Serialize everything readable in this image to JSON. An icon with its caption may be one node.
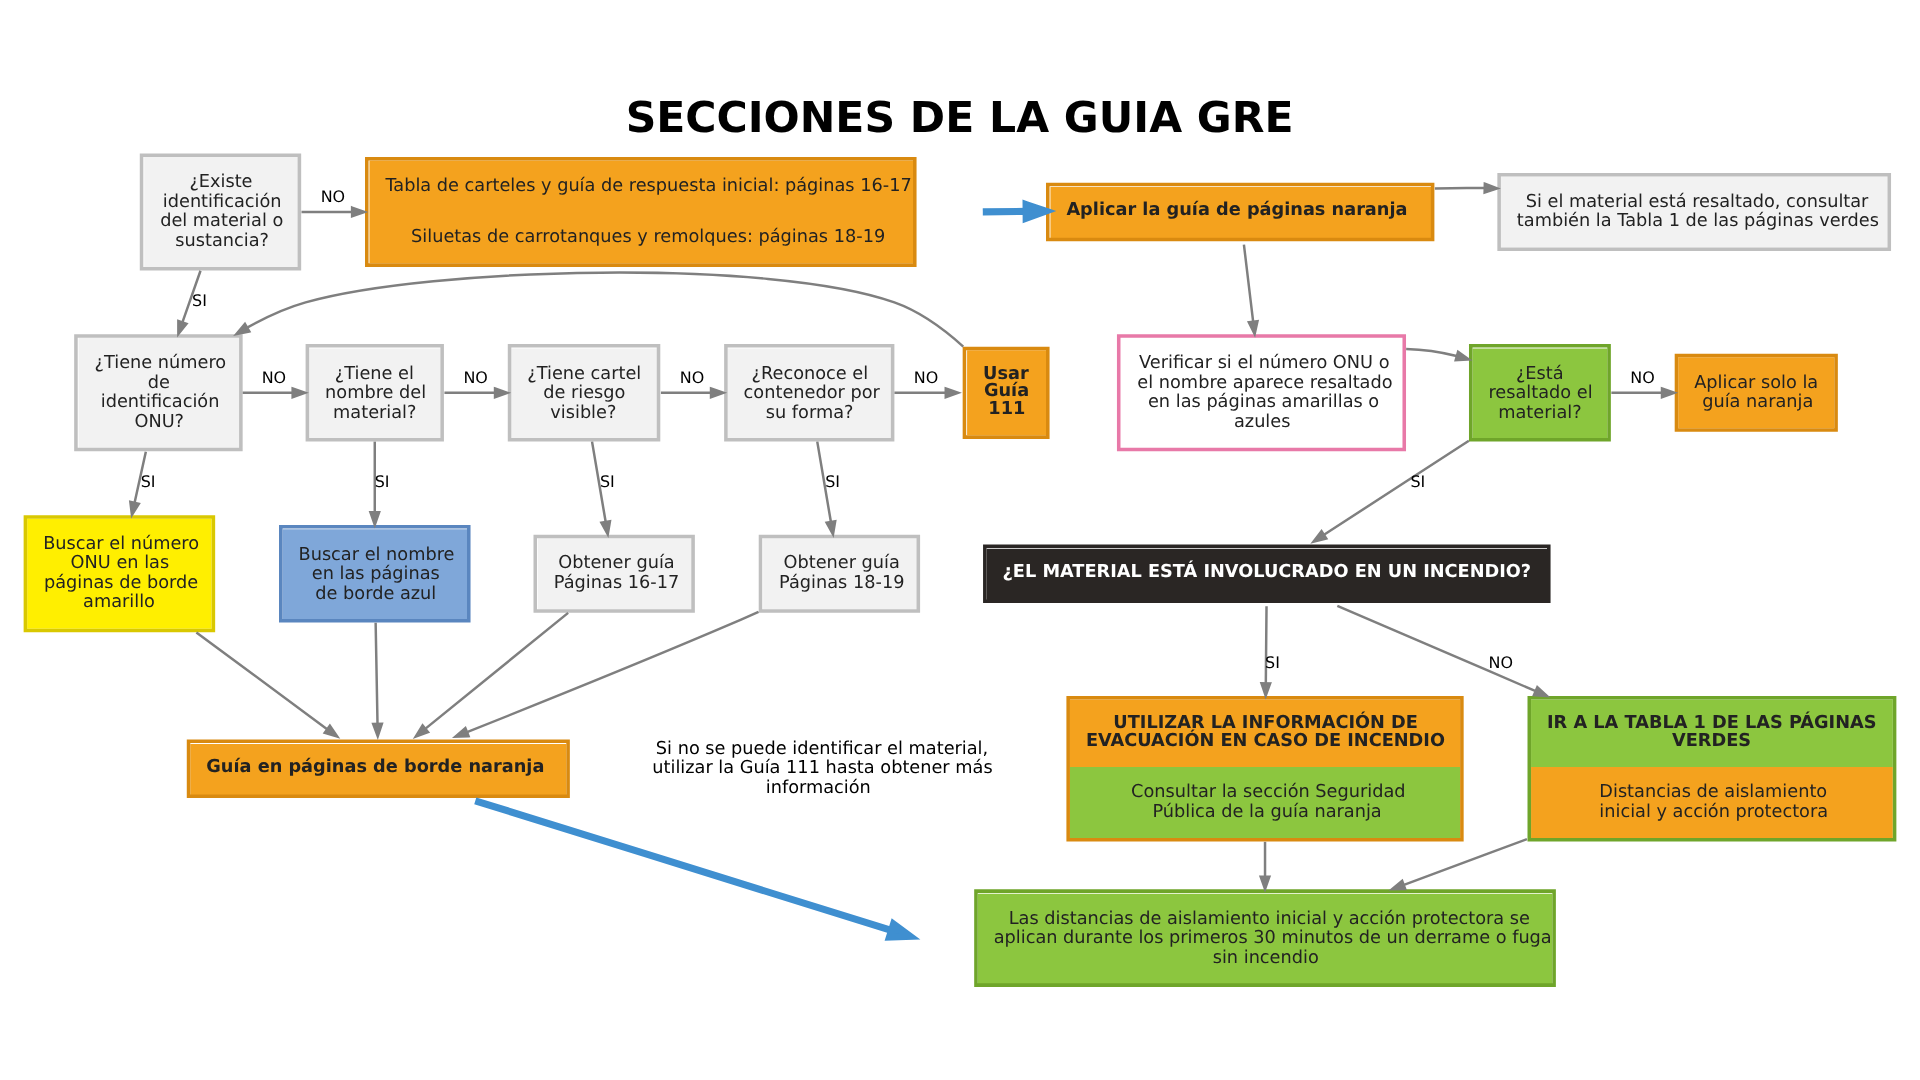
{
  "diagram": {
    "title": "SECCIONES DE LA GUIA GRE",
    "nodes": [
      {
        "text": [
          "¿Existe identificación del material o sustancia?"
        ]
      },
      {
        "text": [
          "Tabla de carteles y guía de respuesta inicial: páginas 16-17",
          "Siluetas de carrotanques y remolques: páginas 18-19"
        ]
      },
      {
        "text": [
          "¿Tiene número de identificación ONU?"
        ]
      },
      {
        "text": [
          "¿Tiene el nombre del material?"
        ]
      },
      {
        "text": [
          "¿Tiene cartel de riesgo visible?"
        ]
      },
      {
        "text": [
          "¿Reconoce el contenedor por su forma?"
        ]
      },
      {
        "text": [
          "Usar Guía 111"
        ]
      },
      {
        "text": [
          "Buscar el número ONU en las páginas de borde amarillo"
        ]
      },
      {
        "text": [
          "Buscar el nombre en las páginas de borde azul"
        ]
      },
      {
        "text": [
          "Obtener guía Páginas 16-17"
        ]
      },
      {
        "text": [
          "Obtener guía Páginas 18-19"
        ]
      },
      {
        "text": [
          "Guía en páginas de borde naranja"
        ]
      },
      {
        "text": [
          "Aplicar la guía de páginas naranja"
        ]
      },
      {
        "text": [
          "Si el material está resaltado, consultar también la Tabla 1 de las páginas verdes"
        ]
      },
      {
        "text": [
          "Verificar si el número ONU o el nombre aparece resaltado en las páginas amarillas o azules"
        ]
      },
      {
        "text": [
          "¿Está resaltado el material?"
        ]
      },
      {
        "text": [
          "Aplicar solo la guía naranja"
        ]
      },
      {
        "text": [
          "¿EL MATERIAL ESTÁ INVOLUCRADO EN UN INCENDIO?"
        ]
      },
      {
        "text": [
          "UTILIZAR LA INFORMACIÓN DE EVACUACIÓN EN CASO DE INCENDIO",
          "Consultar la sección Seguridad Pública de la guía naranja"
        ]
      },
      {
        "text": [
          "IR A LA TABLA 1 DE LAS PÁGINAS VERDES",
          "Distancias de aislamiento inicial y acción protectora"
        ]
      },
      {
        "text": [
          "Las distancias de aislamiento inicial y acción protectora se aplican durante los primeros 30 minutos de un derrame o fuga sin incendio"
        ]
      }
    ],
    "edges": [
      {
        "from": 0,
        "to": 1,
        "arrow": "to",
        "label": "NO"
      },
      {
        "from": 0,
        "to": 2,
        "arrow": "to",
        "label": "SI"
      },
      {
        "from": 6,
        "to": 2,
        "arrow": "to"
      },
      {
        "from": 2,
        "to": 3,
        "arrow": "to",
        "label": "NO"
      },
      {
        "from": 3,
        "to": 4,
        "arrow": "to",
        "label": "NO"
      },
      {
        "from": 4,
        "to": 5,
        "arrow": "to",
        "label": "NO"
      },
      {
        "from": 5,
        "to": 6,
        "arrow": "to",
        "label": "NO"
      },
      {
        "from": 2,
        "to": 7,
        "arrow": "to",
        "label": "SI"
      },
      {
        "from": 3,
        "to": 8,
        "arrow": "to",
        "label": "SI"
      },
      {
        "from": 4,
        "to": 9,
        "arrow": "to",
        "label": "SI"
      },
      {
        "from": 5,
        "to": 10,
        "arrow": "to",
        "label": "SI"
      },
      {
        "from": 7,
        "to": 11,
        "arrow": "to"
      },
      {
        "from": 8,
        "to": 11,
        "arrow": "to"
      },
      {
        "from": 9,
        "to": 11,
        "arrow": "to"
      },
      {
        "from": 10,
        "to": 11,
        "arrow": "to"
      },
      {
        "from": 11,
        "to": null,
        "arrow": "to",
        "style": "thick",
        "color": "#3f8fd0"
      },
      {
        "from": null,
        "to": 12,
        "arrow": "to",
        "style": "thick",
        "color": "#3f8fd0"
      },
      {
        "from": 12,
        "to": 13,
        "arrow": "to"
      },
      {
        "from": 12,
        "to": 14,
        "arrow": "to"
      },
      {
        "from": 14,
        "to": 15,
        "arrow": "to"
      },
      {
        "from": 15,
        "to": 16,
        "arrow": "to",
        "label": "NO"
      },
      {
        "from": 15,
        "to": 17,
        "arrow": "to",
        "label": "SI"
      },
      {
        "from": 17,
        "to": 18,
        "arrow": "to",
        "label": "SI"
      },
      {
        "from": 17,
        "to": 19,
        "arrow": "to",
        "label": "NO"
      },
      {
        "from": 18,
        "to": 20,
        "arrow": "to"
      },
      {
        "from": 19,
        "to": 20,
        "arrow": "to"
      }
    ],
    "labels": [
      "Si no se puede identificar el material, utilizar la Guía 111 hasta obtener más información"
    ]
  }
}
